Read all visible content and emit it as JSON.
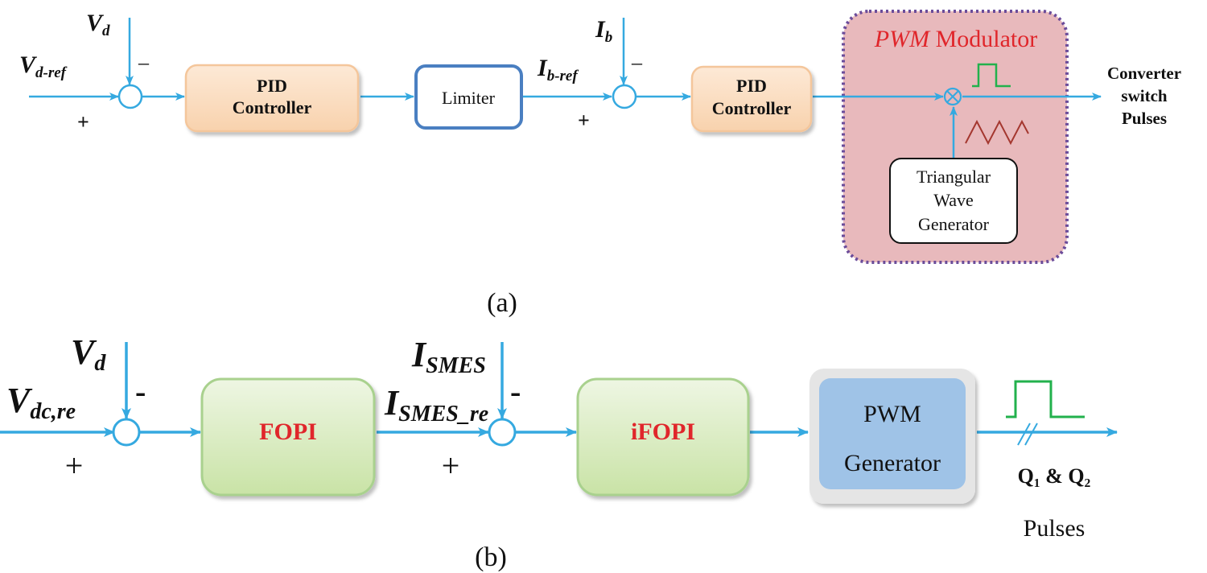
{
  "panel_a": {
    "caption": "(a)",
    "input_ref": {
      "main": "V",
      "sub": "d-ref"
    },
    "input_fb": {
      "main": "V",
      "sub": "d"
    },
    "sum1_minus": "–",
    "sum1_plus": "+",
    "pid1": {
      "line1": "PID",
      "line2": "Controller"
    },
    "limiter": "Limiter",
    "current_ref": {
      "main": "I",
      "sub": "b-ref"
    },
    "current_fb": {
      "main": "I",
      "sub": "b"
    },
    "sum2_minus": "–",
    "sum2_plus": "+",
    "pid2": {
      "line1": "PID",
      "line2": "Controller"
    },
    "pwm_title_italic": "PWM",
    "pwm_title_rest": " Modulator",
    "tri_gen": {
      "line1": "Triangular",
      "line2": "Wave",
      "line3": "Generator"
    },
    "output": {
      "line1": "Converter",
      "line2": "switch",
      "line3": "Pulses"
    },
    "colors": {
      "wire": "#35a9e0",
      "pid_fill": "#fbe3cc",
      "limiter_border": "#4a7fc1",
      "pwm_fill": "#e8b9bc",
      "pwm_border": "#6b4c9a",
      "pulse": "#22b14c",
      "triangle": "#a4372f"
    }
  },
  "panel_b": {
    "caption": "(b)",
    "input_ref": {
      "main": "V",
      "sub": "dc,re"
    },
    "input_fb": {
      "main": "V",
      "sub": "d"
    },
    "sum1_minus": "-",
    "sum1_plus": "+",
    "fopi": "FOPI",
    "current_ref": {
      "main": "I",
      "sub": "SMES_re"
    },
    "current_fb": {
      "main": "I",
      "sub": "SMES"
    },
    "sum2_minus": "-",
    "sum2_plus": "+",
    "ifopi": "iFOPI",
    "pwm_gen": {
      "line1": "PWM",
      "line2": "Generator"
    },
    "output_q": "Q₁ & Q₂",
    "output_pulses": "Pulses",
    "colors": {
      "block_label": "#e0262b",
      "fopi_fill": "#d9ecc1",
      "pwm_gen_fill": "#9fc3e7",
      "pulse": "#22b14c"
    }
  }
}
